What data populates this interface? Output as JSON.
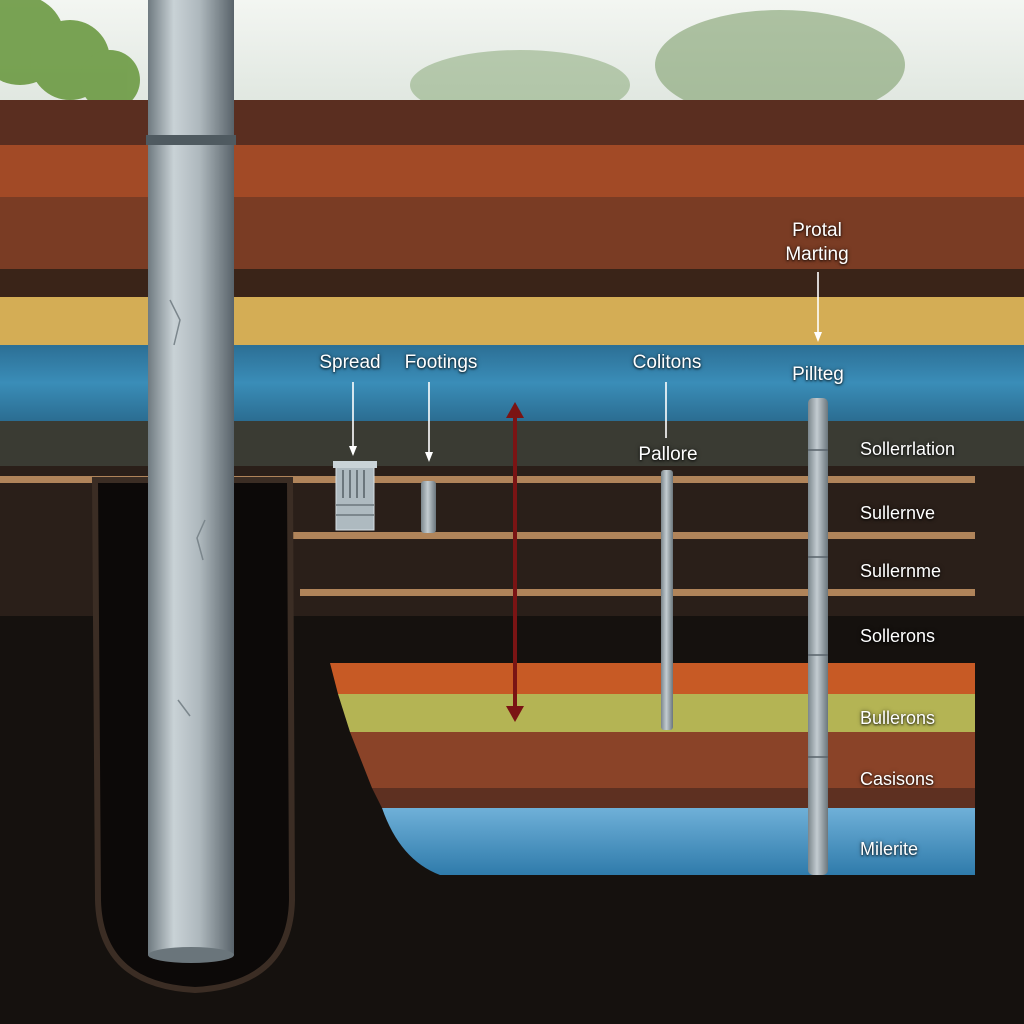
{
  "labels": {
    "spread": "Spread",
    "footings": "Footings",
    "colitons": "Colitons",
    "pallore": "Pallore",
    "portal_line1": "Protal",
    "portal_line2": "Marting",
    "pilltteg": "Pillteg"
  },
  "layer_labels": [
    "Sollerrlation",
    "Sullernve",
    "Sullernme",
    "Sollerons",
    "Bullerons",
    "Casisons",
    "Milerite"
  ],
  "colors": {
    "sky": "#e9eee9",
    "foliage": "#6f9a45",
    "topsoil": "#5a2e20",
    "rust": "#a24a26",
    "clay": "#7a3c24",
    "dark_band": "#3a2418",
    "sand": "#d4ad55",
    "water": "#2f7fa6",
    "shale": "#3a3b33",
    "dark_soil": "#2a1f19",
    "bedrock": "#15110e",
    "orange": "#c75a25",
    "olive": "#b4b454",
    "brown": "#8a4328",
    "blue": "#3e8ab8",
    "pipe": "#a5b0b6",
    "arrow": "#7a1414"
  }
}
